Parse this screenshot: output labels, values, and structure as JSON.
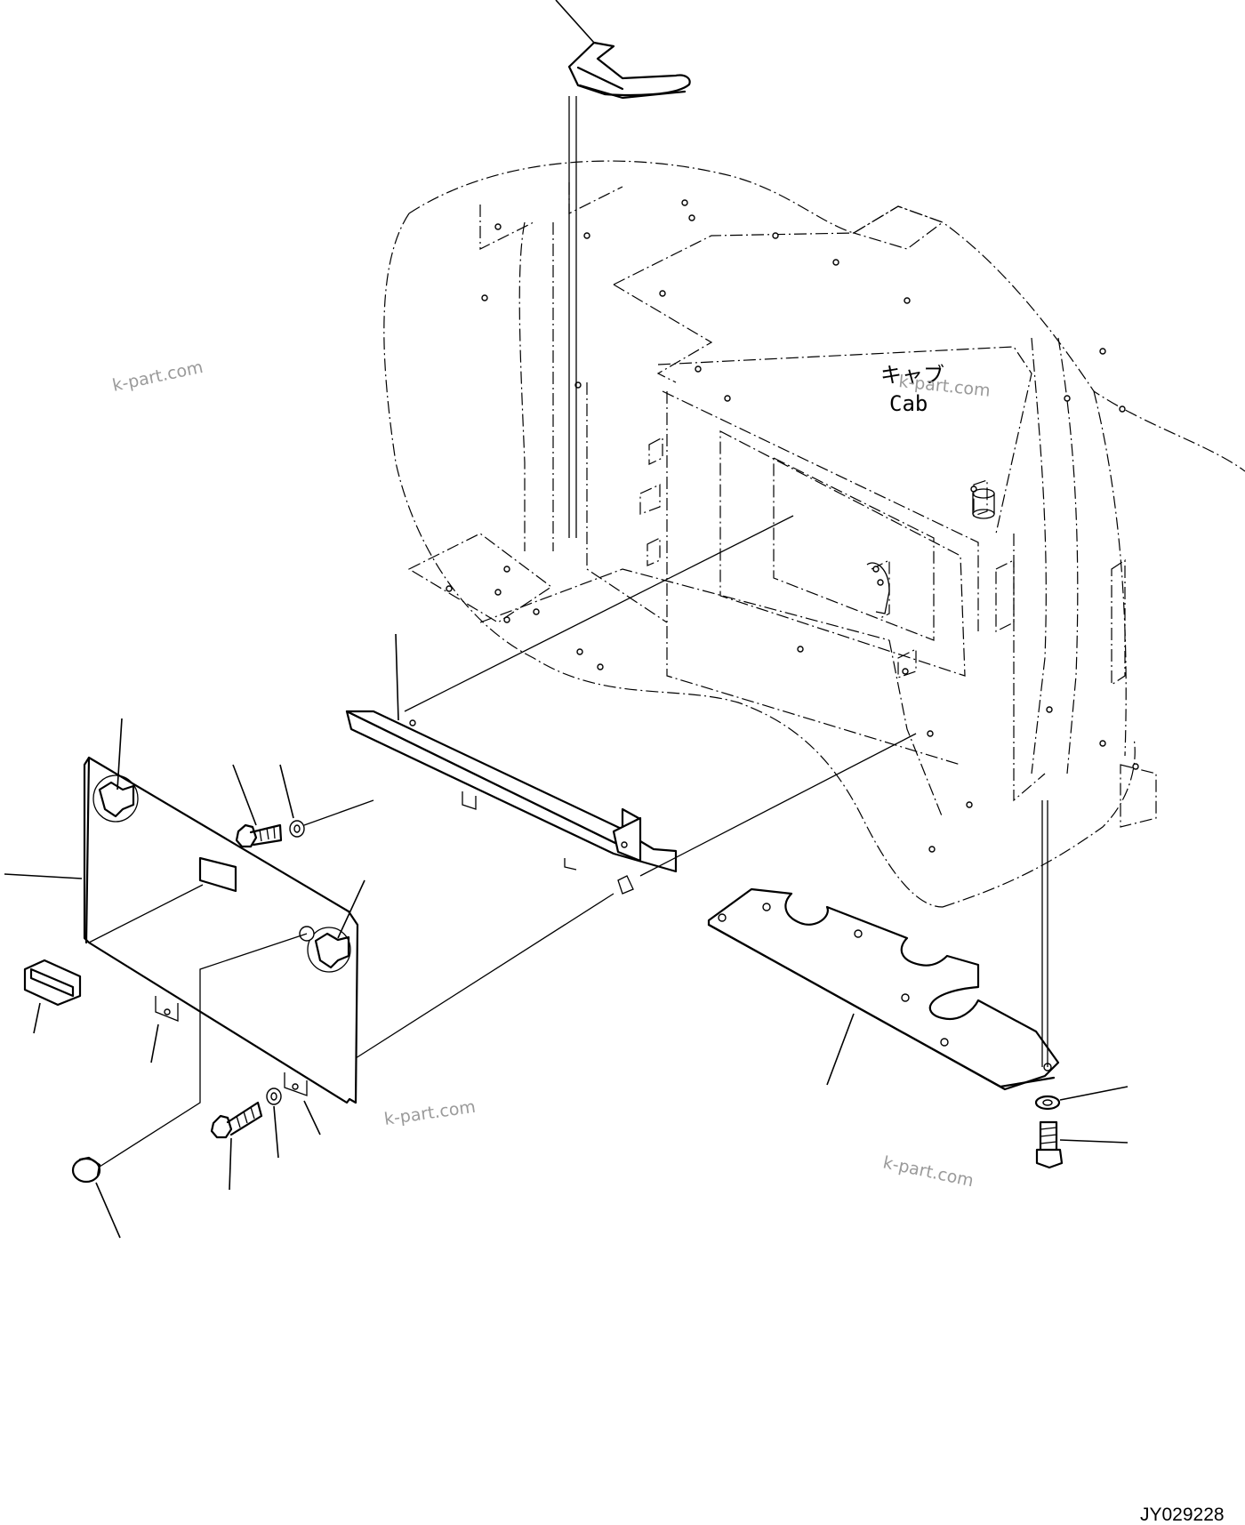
{
  "labels": {
    "cab_jp": "キャブ",
    "cab_en": "Cab"
  },
  "watermarks": [
    "k-part.com",
    "k-part.com",
    "k-part.com",
    "k-part.com"
  ],
  "drawing_code": "JY029228"
}
